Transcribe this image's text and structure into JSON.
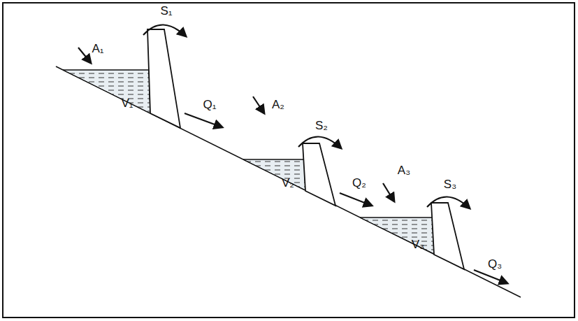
{
  "diagram": {
    "labels": [
      "A₁",
      "S₁",
      "V₁",
      "Q₁",
      "A₂",
      "S₂",
      "V₂",
      "Q₂",
      "A₃",
      "S₃",
      "V₃",
      "Q₃"
    ]
  }
}
